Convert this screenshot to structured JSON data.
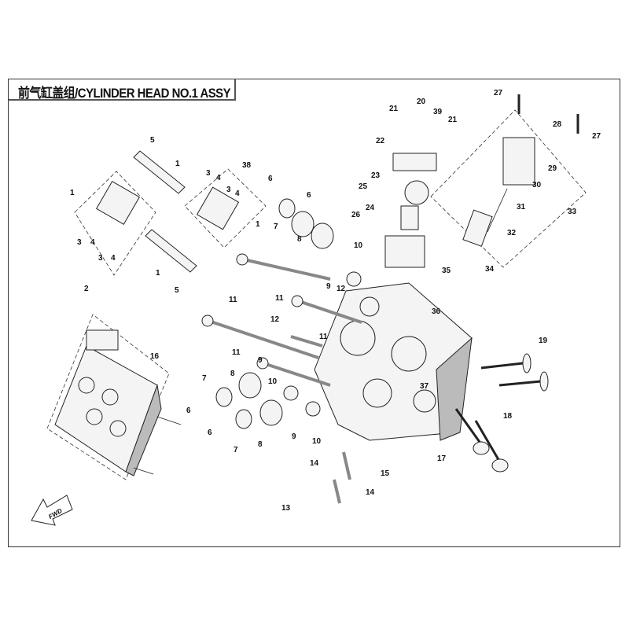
{
  "title": "前气缸盖组/CYLINDER HEAD NO.1 ASSY",
  "direction_label": "FWD",
  "callouts": [
    "27",
    "28",
    "27",
    "21",
    "20",
    "39",
    "21",
    "22",
    "29",
    "23",
    "30",
    "25",
    "24",
    "26",
    "31",
    "33",
    "32",
    "34",
    "35",
    "36",
    "5",
    "1",
    "38",
    "3",
    "4",
    "3",
    "4",
    "6",
    "6",
    "1",
    "1",
    "7",
    "8",
    "10",
    "3",
    "4",
    "3",
    "4",
    "9",
    "12",
    "11",
    "1",
    "5",
    "2",
    "11",
    "12",
    "11",
    "19",
    "16",
    "11",
    "9",
    "7",
    "8",
    "10",
    "37",
    "6",
    "6",
    "7",
    "8",
    "9",
    "10",
    "17",
    "18",
    "14",
    "15",
    "14",
    "13"
  ]
}
